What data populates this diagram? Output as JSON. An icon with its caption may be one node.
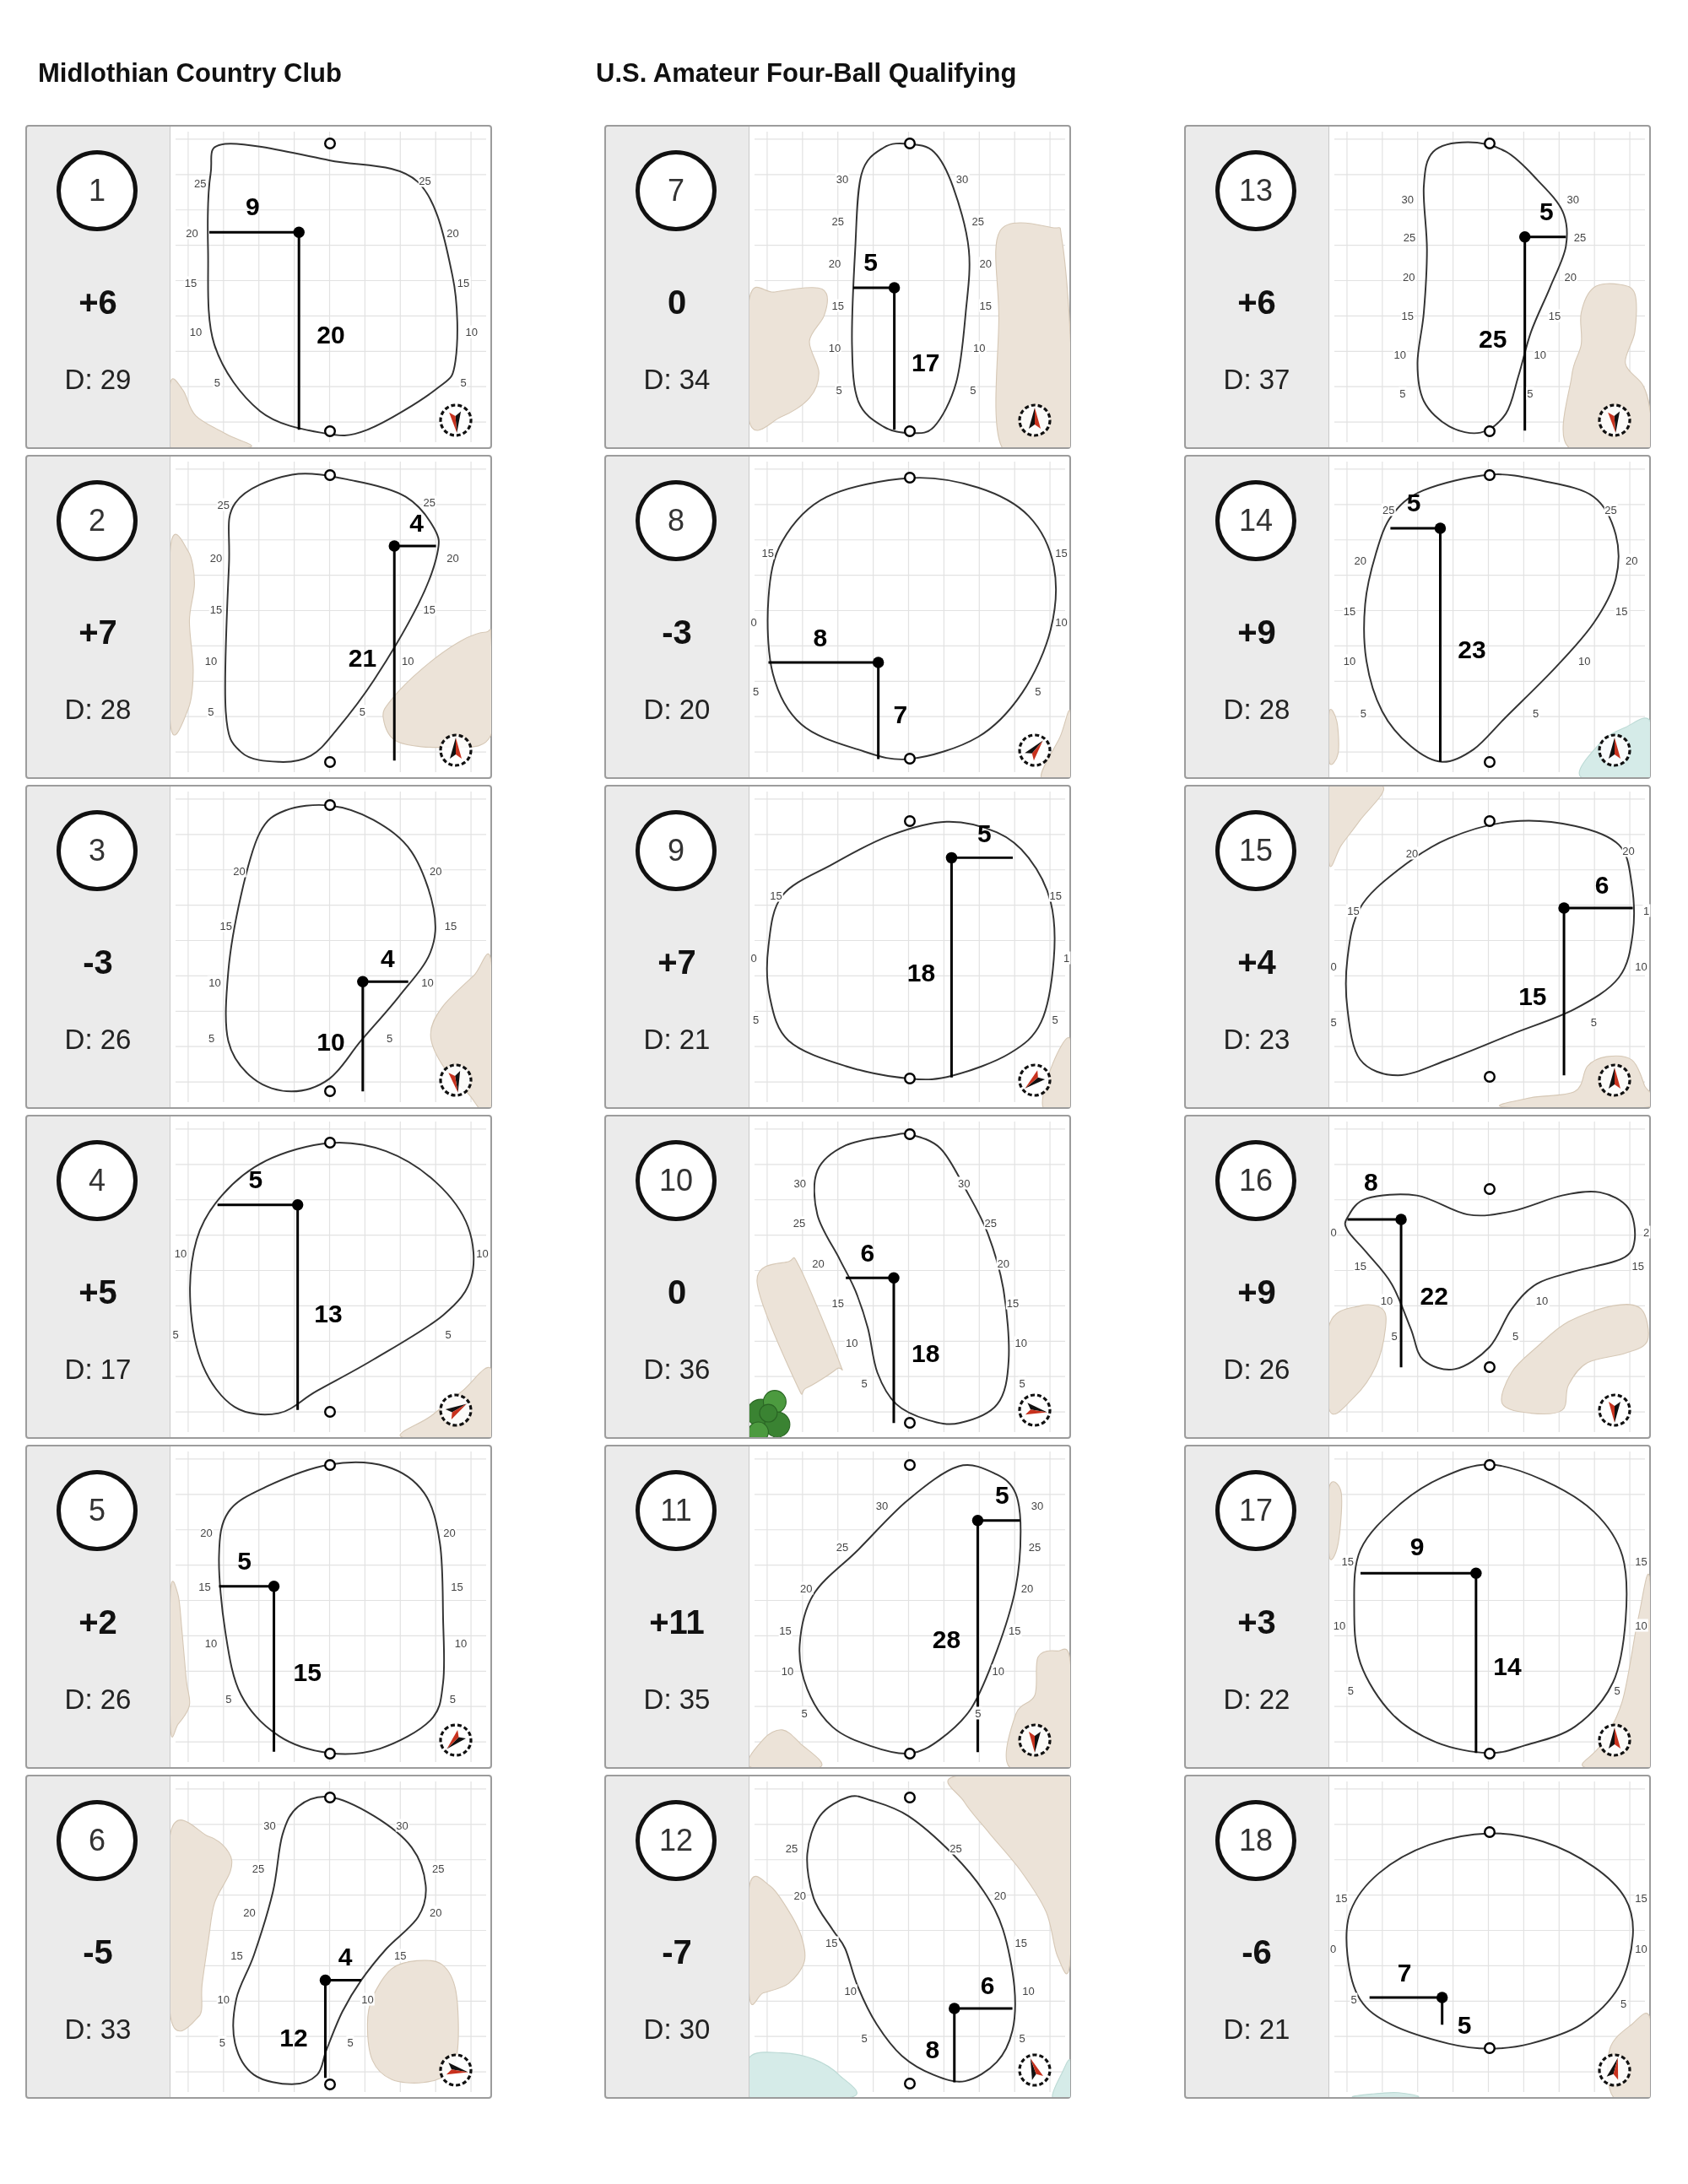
{
  "diagram": {
    "title": "U.S. Amateur Four-Ball Qualifying",
    "labels": [
      "Midlothian Country Club"
    ],
    "nodes": [
      {
        "text": [
          "+6",
          "D: 29"
        ]
      },
      {
        "text": [
          "1"
        ],
        "in": 0
      },
      {
        "text": [
          "9",
          "20"
        ],
        "in": 0,
        "beside": [
          "25",
          "25",
          "20",
          "20",
          "15",
          "15",
          "10",
          "10",
          "5",
          "5"
        ]
      },
      {
        "text": [
          "+7",
          "D: 28"
        ]
      },
      {
        "text": [
          "2"
        ],
        "in": 3
      },
      {
        "text": [
          "4",
          "21"
        ],
        "in": 3,
        "beside": [
          "25",
          "25",
          "20",
          "20",
          "15",
          "15",
          "10",
          "10",
          "5",
          "5"
        ]
      },
      {
        "text": [
          "-3",
          "D: 26"
        ]
      },
      {
        "text": [
          "3"
        ],
        "in": 6
      },
      {
        "text": [
          "4",
          "10"
        ],
        "in": 6,
        "beside": [
          "20",
          "20",
          "15",
          "15",
          "10",
          "10",
          "5",
          "5"
        ]
      },
      {
        "text": [
          "+5",
          "D: 17"
        ]
      },
      {
        "text": [
          "4"
        ],
        "in": 9
      },
      {
        "text": [
          "5",
          "13"
        ],
        "in": 9,
        "beside": [
          "10",
          "10",
          "5",
          "5"
        ]
      },
      {
        "text": [
          "+2",
          "D: 26"
        ]
      },
      {
        "text": [
          "5"
        ],
        "in": 12
      },
      {
        "text": [
          "5",
          "15"
        ],
        "in": 12,
        "beside": [
          "20",
          "20",
          "15",
          "15",
          "10",
          "10",
          "5",
          "5"
        ]
      },
      {
        "text": [
          "-5",
          "D: 33"
        ]
      },
      {
        "text": [
          "6"
        ],
        "in": 15
      },
      {
        "text": [
          "4",
          "12"
        ],
        "in": 15,
        "beside": [
          "30",
          "30",
          "25",
          "25",
          "20",
          "20",
          "15",
          "15",
          "10",
          "10",
          "5",
          "5"
        ]
      },
      {
        "text": [
          "0",
          "D: 34"
        ]
      },
      {
        "text": [
          "7"
        ],
        "in": 18
      },
      {
        "text": [
          "5",
          "17"
        ],
        "in": 18,
        "beside": [
          "30",
          "30",
          "25",
          "25",
          "20",
          "20",
          "15",
          "15",
          "10",
          "10",
          "5",
          "5"
        ]
      },
      {
        "text": [
          "-3",
          "D: 20"
        ]
      },
      {
        "text": [
          "8"
        ],
        "in": 21
      },
      {
        "text": [
          "8",
          "7"
        ],
        "in": 21,
        "beside": [
          "15",
          "15",
          "0",
          "10",
          "5",
          "5"
        ]
      },
      {
        "text": [
          "+7",
          "D: 21"
        ]
      },
      {
        "text": [
          "9"
        ],
        "in": 24
      },
      {
        "text": [
          "5",
          "18"
        ],
        "in": 24,
        "beside": [
          "15",
          "15",
          "0",
          "1",
          "5",
          "5"
        ]
      },
      {
        "text": [
          "0",
          "D: 36"
        ]
      },
      {
        "text": [
          "10"
        ],
        "in": 27
      },
      {
        "text": [
          "6",
          "18"
        ],
        "in": 27,
        "beside": [
          "30",
          "30",
          "25",
          "25",
          "20",
          "20",
          "15",
          "15",
          "10",
          "10",
          "5",
          "5"
        ]
      },
      {
        "text": [
          "+11",
          "D: 35"
        ]
      },
      {
        "text": [
          "11"
        ],
        "in": 30
      },
      {
        "text": [
          "5",
          "28"
        ],
        "in": 30,
        "beside": [
          "30",
          "30",
          "25",
          "25",
          "20",
          "20",
          "15",
          "15",
          "10",
          "10",
          "5",
          "5"
        ]
      },
      {
        "text": [
          "-7",
          "D: 30"
        ]
      },
      {
        "text": [
          "12"
        ],
        "in": 33
      },
      {
        "text": [
          "6",
          "8"
        ],
        "in": 33,
        "beside": [
          "25",
          "25",
          "20",
          "20",
          "15",
          "15",
          "10",
          "10",
          "5",
          "5"
        ]
      },
      {
        "text": [
          "+6",
          "D: 37"
        ]
      },
      {
        "text": [
          "13"
        ],
        "in": 36
      },
      {
        "text": [
          "5",
          "25"
        ],
        "in": 36,
        "beside": [
          "30",
          "30",
          "25",
          "25",
          "20",
          "20",
          "15",
          "15",
          "10",
          "10",
          "5",
          "5"
        ]
      },
      {
        "text": [
          "+9",
          "D: 28"
        ]
      },
      {
        "text": [
          "14"
        ],
        "in": 39
      },
      {
        "text": [
          "5",
          "23"
        ],
        "in": 39,
        "beside": [
          "25",
          "25",
          "20",
          "20",
          "15",
          "15",
          "10",
          "10",
          "5",
          "5"
        ]
      },
      {
        "text": [
          "+4",
          "D: 23"
        ]
      },
      {
        "text": [
          "15"
        ],
        "in": 42
      },
      {
        "text": [
          "6",
          "15"
        ],
        "in": 42,
        "beside": [
          "20",
          "20",
          "15",
          "1",
          "0",
          "10",
          "5",
          "5"
        ]
      },
      {
        "text": [
          "+9",
          "D: 26"
        ]
      },
      {
        "text": [
          "16"
        ],
        "in": 45
      },
      {
        "text": [
          "8",
          "22"
        ],
        "in": 45,
        "beside": [
          "0",
          "2",
          "15",
          "15",
          "10",
          "10",
          "5",
          "5"
        ]
      },
      {
        "text": [
          "+3",
          "D: 22"
        ]
      },
      {
        "text": [
          "17"
        ],
        "in": 48
      },
      {
        "text": [
          "9",
          "14"
        ],
        "in": 48,
        "beside": [
          "15",
          "15",
          "10",
          "10",
          "5",
          "5"
        ]
      },
      {
        "text": [
          "-6",
          "D: 21"
        ]
      },
      {
        "text": [
          "18"
        ],
        "in": 51
      },
      {
        "text": [
          "7",
          "5"
        ],
        "in": 51,
        "beside": [
          "15",
          "15",
          "0",
          "10",
          "5",
          "5"
        ]
      }
    ]
  }
}
